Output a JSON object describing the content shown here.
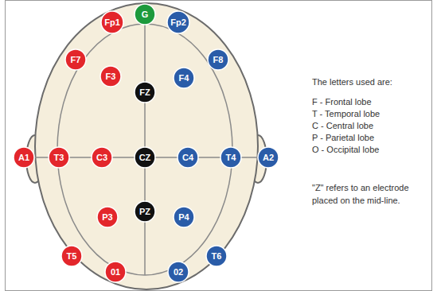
{
  "diagram": {
    "nodes": [
      {
        "text": [
          "G"
        ]
      },
      {
        "text": [
          "Fp1"
        ]
      },
      {
        "text": [
          "Fp2"
        ]
      },
      {
        "text": [
          "F7"
        ]
      },
      {
        "text": [
          "F8"
        ]
      },
      {
        "text": [
          "F3"
        ]
      },
      {
        "text": [
          "F4"
        ]
      },
      {
        "text": [
          "FZ"
        ]
      },
      {
        "text": [
          "A1"
        ]
      },
      {
        "text": [
          "T3"
        ]
      },
      {
        "text": [
          "C3"
        ]
      },
      {
        "text": [
          "CZ"
        ]
      },
      {
        "text": [
          "C4"
        ]
      },
      {
        "text": [
          "T4"
        ]
      },
      {
        "text": [
          "A2"
        ]
      },
      {
        "text": [
          "PZ"
        ]
      },
      {
        "text": [
          "P3"
        ]
      },
      {
        "text": [
          "P4"
        ]
      },
      {
        "text": [
          "T5"
        ]
      },
      {
        "text": [
          "T6"
        ]
      },
      {
        "text": [
          "01"
        ]
      },
      {
        "text": [
          "02"
        ]
      }
    ],
    "labels": [
      "The letters used are:",
      "F - Frontal lobe",
      "T - Temporal lobe",
      "C - Central lobe",
      "P - Parietal lobe",
      "O - Occipital lobe",
      "\"Z\" refers to an electrode placed on the mid-line."
    ]
  }
}
